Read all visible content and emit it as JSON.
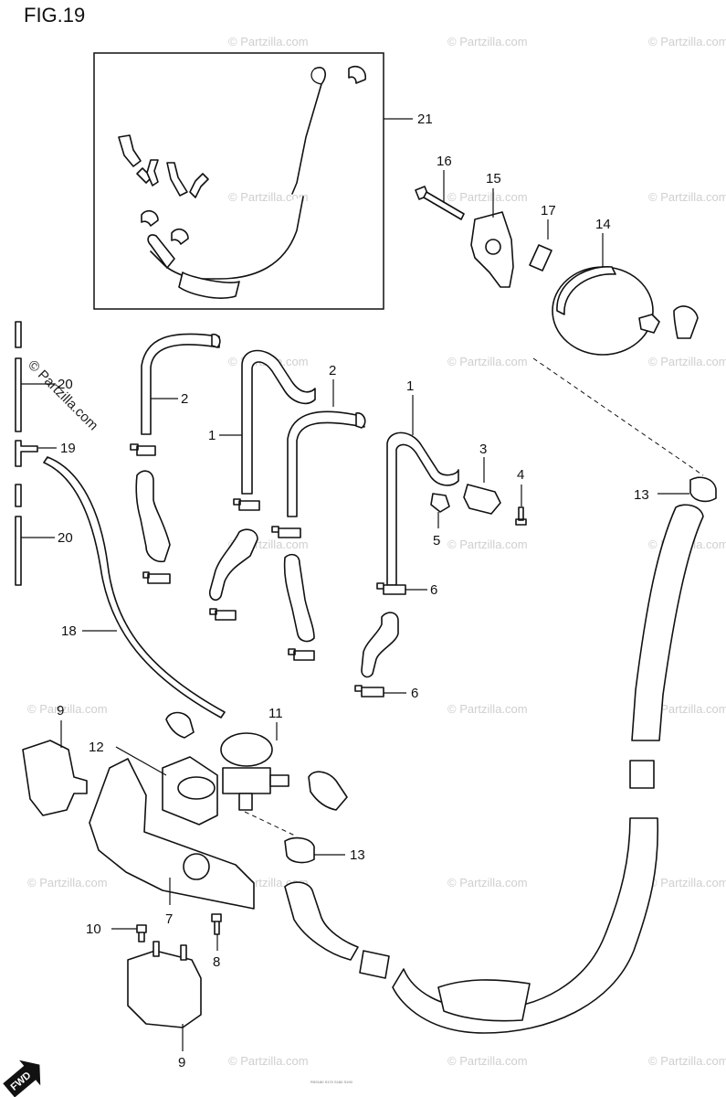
{
  "figure": {
    "title": "FIG.19"
  },
  "watermark": "© Partzilla.com",
  "fwd_label": "FWD",
  "footer_note": "R5S180 S170 S180 S190",
  "callouts": {
    "c1a": "1",
    "c1b": "1",
    "c2a": "2",
    "c2b": "2",
    "c3": "3",
    "c4": "4",
    "c5": "5",
    "c6a": "6",
    "c6b": "6",
    "c7": "7",
    "c8": "8",
    "c9a": "9",
    "c9b": "9",
    "c10": "10",
    "c11": "11",
    "c12": "12",
    "c13a": "13",
    "c13b": "13",
    "c14": "14",
    "c15": "15",
    "c16": "16",
    "c17": "17",
    "c18": "18",
    "c19": "19",
    "c20a": "20",
    "c20b": "20",
    "c21": "21"
  }
}
